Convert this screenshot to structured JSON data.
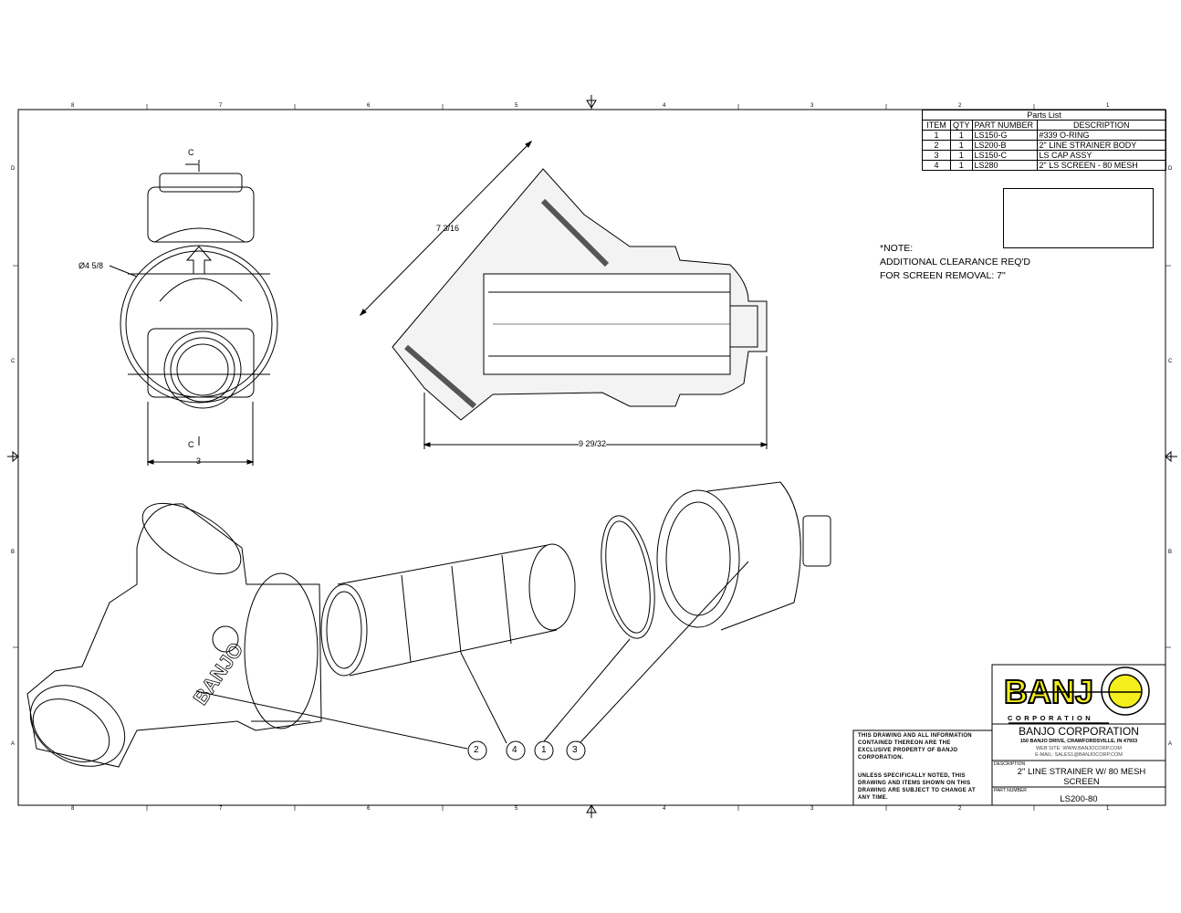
{
  "zones": {
    "columns": [
      "8",
      "7",
      "6",
      "5",
      "4",
      "3",
      "2",
      "1"
    ],
    "rows": [
      "D",
      "C",
      "B",
      "A"
    ]
  },
  "parts_list": {
    "title": "Parts List",
    "headers": [
      "ITEM",
      "QTY",
      "PART NUMBER",
      "DESCRIPTION"
    ],
    "rows": [
      [
        "1",
        "1",
        "LS150-G",
        "#339 O-RING"
      ],
      [
        "2",
        "1",
        "LS200-B",
        "2\" LINE STRAINER BODY"
      ],
      [
        "3",
        "1",
        "LS150-C",
        "LS CAP ASSY"
      ],
      [
        "4",
        "1",
        "LS280",
        "2\" LS SCREEN - 80 MESH"
      ]
    ]
  },
  "note": {
    "line1": "*NOTE:",
    "line2": "ADDITIONAL CLEARANCE REQ'D",
    "line3": "FOR SCREEN REMOVAL: 7\""
  },
  "dimensions": {
    "diameter": "Ø4 5/8",
    "width": "3",
    "diagonal": "7 3/16",
    "length": "9 29/32",
    "section_top": "C",
    "section_bottom": "C"
  },
  "balloons": [
    "2",
    "4",
    "1",
    "3"
  ],
  "title_block": {
    "logo_text": "BANJO",
    "logo_sub": "CORPORATION",
    "company": "BANJO CORPORATION",
    "address": "150 BANJO DRIVE, CRAWFORDSVILLE, IN 47933",
    "website": "WEB SITE: WWW.BANJOCORP.COM",
    "email": "E-MAIL: SALES1@BANJOCORP.COM",
    "description_label": "DESCRIPTION",
    "description": "2\" LINE STRAINER W/ 80 MESH SCREEN",
    "part_number_label": "PART NUMBER",
    "part_number": "LS200-80",
    "legal1": "THIS DRAWING AND ALL INFORMATION CONTAINED THEREON ARE THE EXCLUSIVE PROPERTY OF BANJO CORPORATION.",
    "legal2": "UNLESS SPECIFICALLY NOTED, THIS DRAWING AND ITEMS SHOWN ON THIS DRAWING ARE SUBJECT TO CHANGE AT ANY TIME."
  },
  "colors": {
    "logo_yellow": "#f4ee1c",
    "line": "#000000"
  }
}
